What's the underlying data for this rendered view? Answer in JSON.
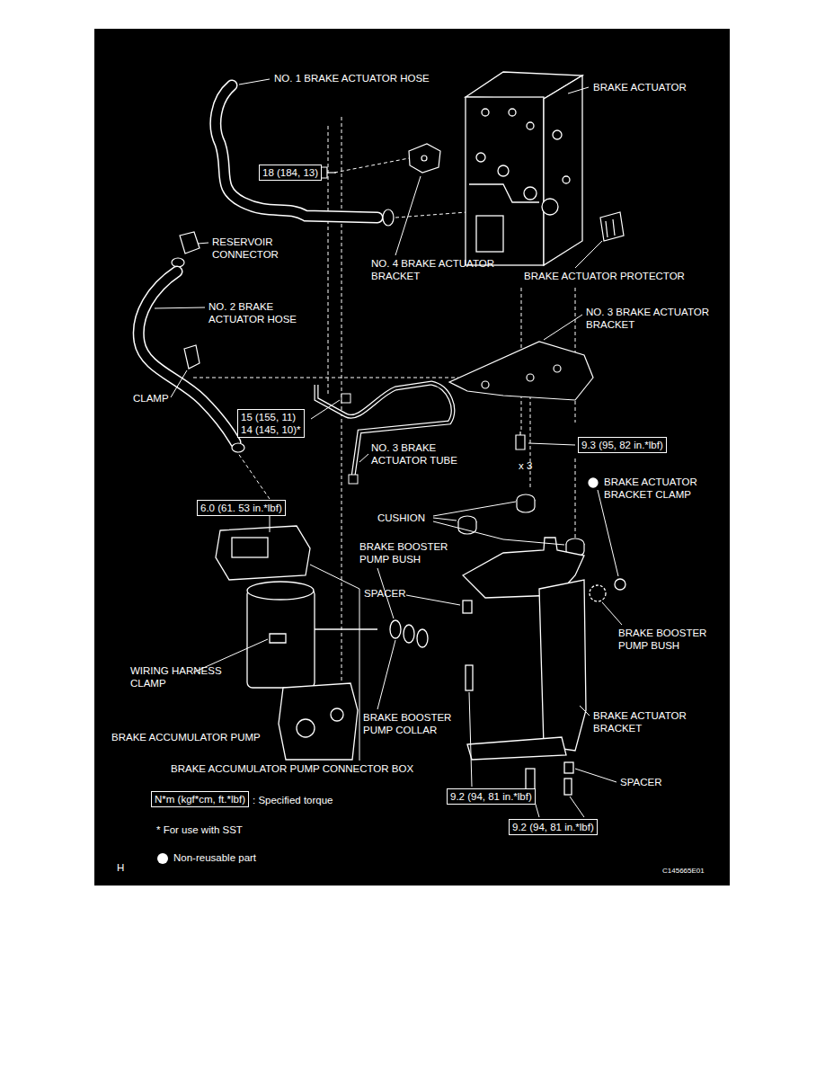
{
  "diagram": {
    "nodes": [
      {
        "text": [
          "18 (184, 13)"
        ]
      },
      {
        "text": [
          "15 (155, 11)",
          "14 (145, 10)*"
        ]
      },
      {
        "text": [
          "9.3 (95, 82 in.*lbf)"
        ]
      },
      {
        "text": [
          "6.0 (61. 53 in.*lbf)"
        ]
      },
      {
        "text": [
          "9.2 (94, 81 in.*lbf)"
        ]
      },
      {
        "text": [
          "9.2 (94, 81 in.*lbf)"
        ]
      },
      {
        "text": [
          "N*m (kgf*cm, ft.*lbf)"
        ]
      }
    ],
    "labels": [
      "NO. 1 BRAKE ACTUATOR HOSE",
      "BRAKE ACTUATOR",
      "RESERVOIR CONNECTOR",
      "NO. 4 BRAKE ACTUATOR BRACKET",
      "BRAKE ACTUATOR PROTECTOR",
      "NO. 2 BRAKE ACTUATOR HOSE",
      "NO. 3 BRAKE ACTUATOR BRACKET",
      "CLAMP",
      "NO. 3 BRAKE ACTUATOR TUBE",
      "x 3",
      "BRAKE ACTUATOR BRACKET CLAMP",
      "CUSHION",
      "BRAKE BOOSTER PUMP BUSH",
      "SPACER",
      "BRAKE BOOSTER PUMP BUSH",
      "WIRING HARNESS CLAMP",
      "BRAKE ACCUMULATOR PUMP",
      "BRAKE BOOSTER PUMP COLLAR",
      "BRAKE ACTUATOR BRACKET",
      "BRAKE ACCUMULATOR PUMP CONNECTOR BOX",
      "SPACER",
      ": Specified torque",
      "* For use with SST",
      "H",
      "C145665E01"
    ],
    "legend": [
      {
        "text": "Non-reusable part",
        "color": "#ffffff"
      }
    ]
  }
}
